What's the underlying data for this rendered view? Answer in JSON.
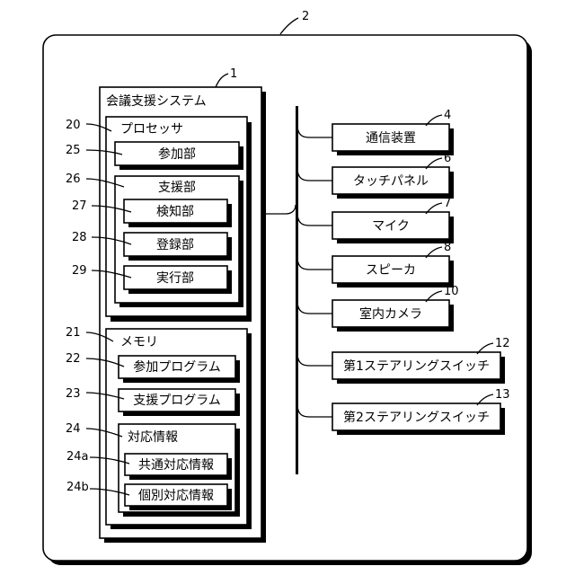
{
  "device": {
    "ref": "2"
  },
  "system": {
    "label": "会議支援システム",
    "ref": "1"
  },
  "processor": {
    "label": "プロセッサ",
    "ref": "20",
    "participation": {
      "label": "参加部",
      "ref": "25"
    },
    "support": {
      "label": "支援部",
      "ref": "26",
      "detection": {
        "label": "検知部",
        "ref": "27"
      },
      "registration": {
        "label": "登録部",
        "ref": "28"
      },
      "execution": {
        "label": "実行部",
        "ref": "29"
      }
    }
  },
  "memory": {
    "label": "メモリ",
    "ref": "21",
    "participation_program": {
      "label": "参加プログラム",
      "ref": "22"
    },
    "support_program": {
      "label": "支援プログラム",
      "ref": "23"
    },
    "correspondence": {
      "label": "対応情報",
      "ref": "24",
      "common": {
        "label": "共通対応情報",
        "ref": "24a"
      },
      "individual": {
        "label": "個別対応情報",
        "ref": "24b"
      }
    }
  },
  "peripherals": [
    {
      "label": "通信装置",
      "ref": "4"
    },
    {
      "label": "タッチパネル",
      "ref": "6"
    },
    {
      "label": "マイク",
      "ref": "7"
    },
    {
      "label": "スピーカ",
      "ref": "8"
    },
    {
      "label": "室内カメラ",
      "ref": "10"
    },
    {
      "label": "第1ステアリングスイッチ",
      "ref": "12"
    },
    {
      "label": "第2ステアリングスイッチ",
      "ref": "13"
    }
  ]
}
